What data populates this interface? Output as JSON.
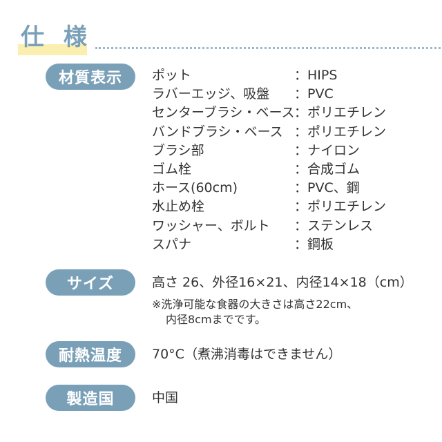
{
  "header": {
    "title": "仕 様"
  },
  "materials": {
    "label": "材質表示",
    "rows": [
      {
        "name": "ポット",
        "value": "：HIPS"
      },
      {
        "name": "ラバーエッジ、吸盤",
        "value": "：PVC"
      },
      {
        "name": "センターブラシ・ベース",
        "value": "：ポリエチレン"
      },
      {
        "name": "バンドブラシ・ベース",
        "value": "：ポリエチレン"
      },
      {
        "name": "ブラシ部",
        "value": "：ナイロン"
      },
      {
        "name": "ゴム栓",
        "value": "：合成ゴム"
      },
      {
        "name": "ホース(60cm)",
        "value": "：PVC、鋼"
      },
      {
        "name": "水止め栓",
        "value": "：ポリエチレン"
      },
      {
        "name": "ワッシャー、ボルト",
        "value": "：ステンレス"
      },
      {
        "name": "スパナ",
        "value": "：鋼板"
      }
    ]
  },
  "size": {
    "label": "サイズ",
    "text": "高さ 26、外径16×21、内径14×18（cm）",
    "note_line1": "※洗浄可能な食器の大きさは高さ22cm、",
    "note_line2": "内径8cmまでです。"
  },
  "heat": {
    "label": "耐熱温度",
    "text": "70°C（煮沸消毒はできません）"
  },
  "origin": {
    "label": "製造国",
    "text": "中国"
  },
  "colors": {
    "accent": "#7aa0b8",
    "highlight": "#fbefb0",
    "text": "#333333"
  }
}
